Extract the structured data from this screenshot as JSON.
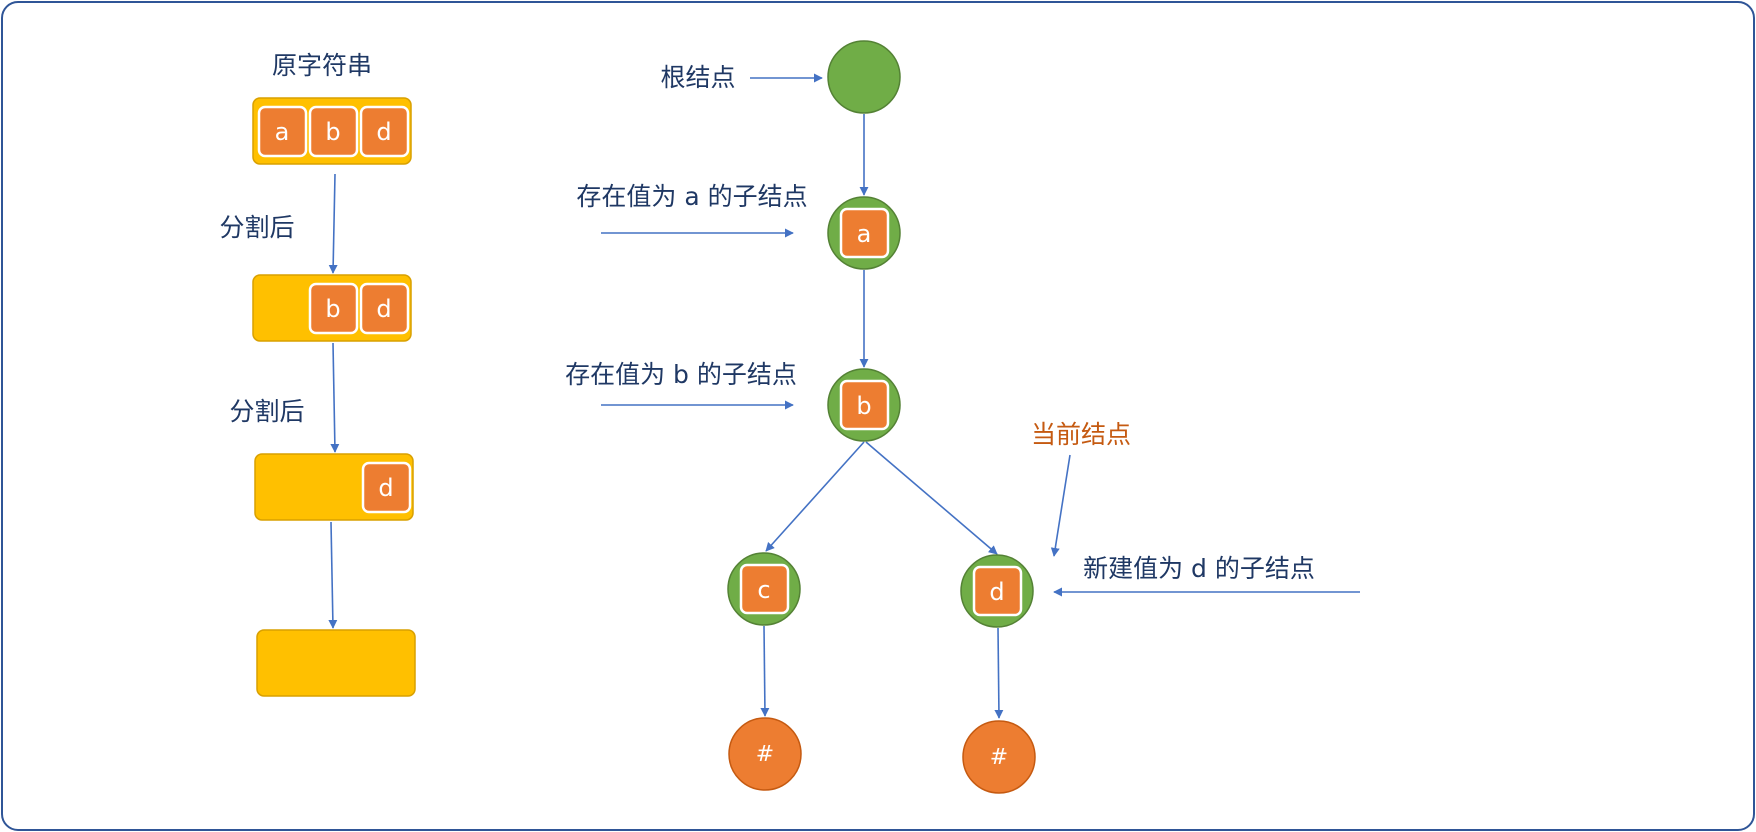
{
  "labels": {
    "original_string": "原字符串",
    "after_split_1": "分割后",
    "after_split_2": "分割后",
    "root_node": "根结点",
    "exists_a": "存在值为 a 的子结点",
    "exists_b": "存在值为 b 的子结点",
    "current_node": "当前结点",
    "new_d": "新建值为 d 的子结点"
  },
  "strings": {
    "row1": [
      "a",
      "b",
      "d"
    ],
    "row2": [
      "b",
      "d"
    ],
    "row3": [
      "d"
    ]
  },
  "tree": {
    "node_a": "a",
    "node_b": "b",
    "node_c": "c",
    "node_d": "d",
    "end_marker_left": "#",
    "end_marker_right": "#"
  },
  "colors": {
    "border": "#2f5597",
    "string_box": "#ffc000",
    "string_box_border": "#d9a000",
    "cell": "#ed7d31",
    "node": "#70ad47",
    "node_border": "#548235",
    "end_node": "#ed7d31",
    "arrow": "#4472c4",
    "text": "#1f3864",
    "accent_text": "#c55a11"
  }
}
